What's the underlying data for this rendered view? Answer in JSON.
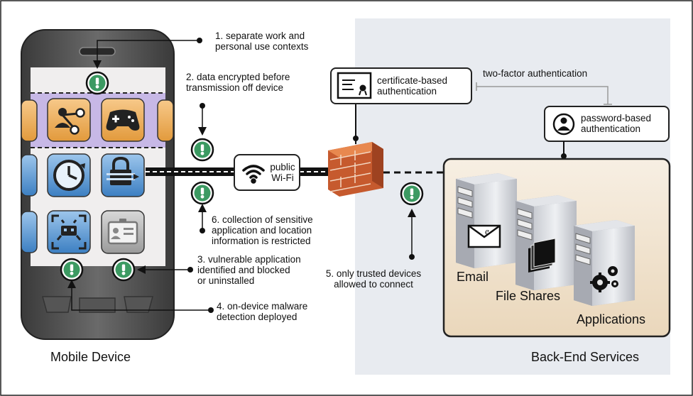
{
  "regions": {
    "mobile_device": "Mobile Device",
    "back_end_services": "Back-End Services"
  },
  "callouts": {
    "c1": [
      "1. separate work and",
      "personal use contexts"
    ],
    "c2": [
      "2. data encrypted before",
      "transmission off device"
    ],
    "c3": [
      "3. vulnerable application",
      "identified and blocked",
      "or uninstalled"
    ],
    "c4": [
      "4. on-device malware",
      "detection deployed"
    ],
    "c5": [
      "5. only trusted devices",
      "allowed to connect"
    ],
    "c6": [
      "6. collection of sensitive",
      "application and location",
      "information is restricted"
    ]
  },
  "network": {
    "wifi": [
      "public",
      "Wi-Fi"
    ],
    "cert_auth": [
      "certificate-based",
      "authentication"
    ],
    "password_auth": [
      "password-based",
      "authentication"
    ],
    "two_factor": "two-factor authentication"
  },
  "servers": {
    "email": "Email",
    "file_shares": "File Shares",
    "applications": "Applications"
  },
  "icons": [
    "sharing-network-icon",
    "gamepad-icon",
    "clock-sync-icon",
    "padlock-transfer-icon",
    "malware-target-icon",
    "id-badge-icon",
    "wifi-icon",
    "firewall-icon",
    "certificate-icon",
    "user-icon",
    "envelope-icon",
    "folders-icon",
    "gears-icon",
    "warning-icon"
  ],
  "colors": {
    "backend_bg": "#e8ebf0",
    "server_panel": "#f3e6d2",
    "work_strip": "#c7b8e6",
    "warning_green": "#3c9a62"
  }
}
